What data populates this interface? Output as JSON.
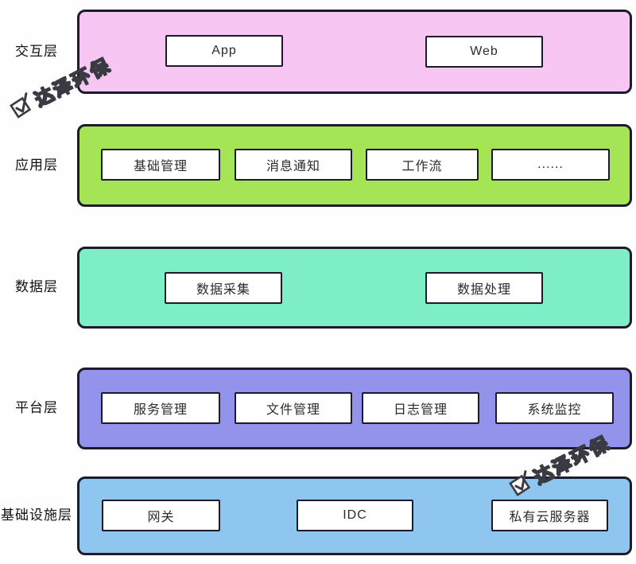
{
  "watermark": {
    "text": "达泽环保"
  },
  "layers": [
    {
      "label": "交互层",
      "color": "#f7c6f3",
      "boxes": [
        "App",
        "Web"
      ]
    },
    {
      "label": "应用层",
      "color": "#a4e455",
      "boxes": [
        "基础管理",
        "消息通知",
        "工作流",
        "......"
      ]
    },
    {
      "label": "数据层",
      "color": "#7deec5",
      "boxes": [
        "数据采集",
        "数据处理"
      ]
    },
    {
      "label": "平台层",
      "color": "#9393eb",
      "boxes": [
        "服务管理",
        "文件管理",
        "日志管理",
        "系统监控"
      ]
    },
    {
      "label": "基础设施层",
      "color": "#8ec6ef",
      "boxes": [
        "网关",
        "IDC",
        "私有云服务器"
      ]
    }
  ],
  "style": {
    "band_border": "#1b1b2b",
    "box_bg": "#ffffff",
    "text_color": "#2b2b2b"
  }
}
